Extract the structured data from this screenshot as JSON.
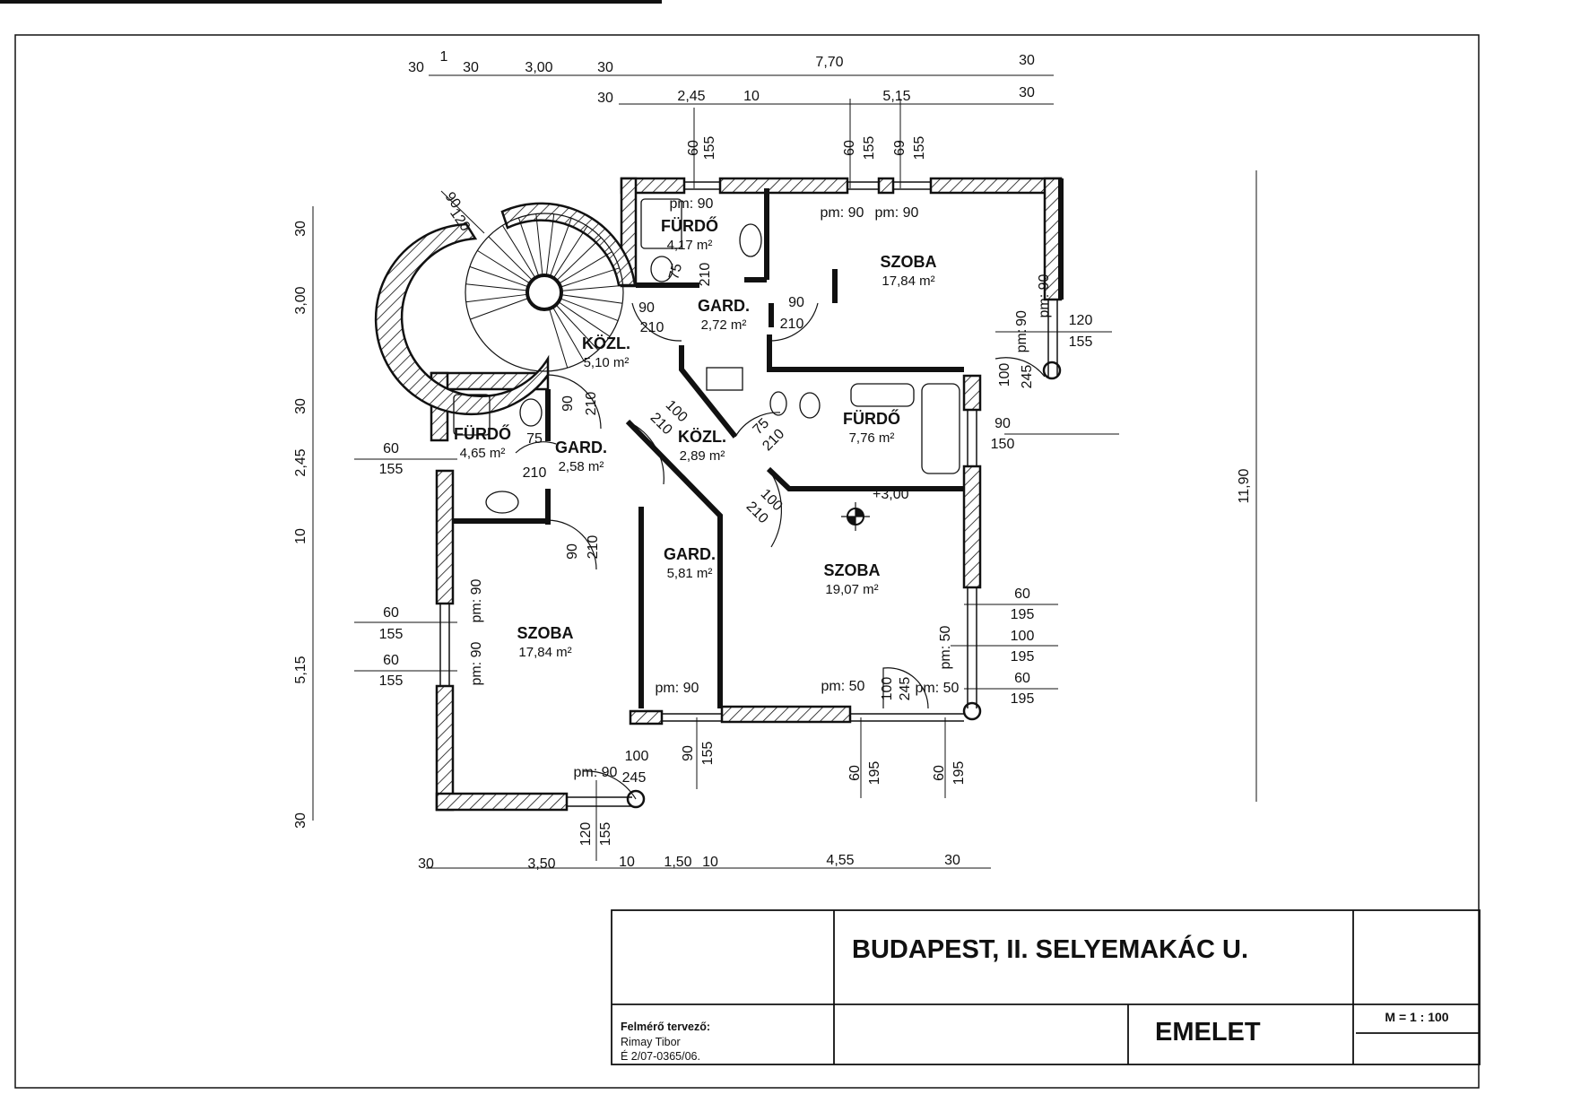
{
  "title_block": {
    "project": "BUDAPEST, II. SELYEMAKÁC U.",
    "floor": "EMELET",
    "scale": "M = 1 : 100",
    "designer_label": "Felmérő tervező:",
    "designer_name": "Rimay Tibor",
    "designer_id": "É 2/07-0365/06."
  },
  "rooms": [
    {
      "name": "FÜRDŐ",
      "area": "4,17 m²"
    },
    {
      "name": "GARD.",
      "area": "2,72 m²"
    },
    {
      "name": "KÖZL.",
      "area": "5,10 m²"
    },
    {
      "name": "SZOBA",
      "area": "17,84 m²"
    },
    {
      "name": "FÜRDŐ",
      "area": "7,76 m²"
    },
    {
      "name": "KÖZL.",
      "area": "2,89 m²"
    },
    {
      "name": "FÜRDŐ",
      "area": "4,65 m²"
    },
    {
      "name": "GARD.",
      "area": "2,58 m²"
    },
    {
      "name": "GARD.",
      "area": "5,81 m²"
    },
    {
      "name": "SZOBA",
      "area": "19,07 m²"
    },
    {
      "name": "SZOBA",
      "area": "17,84 m²"
    }
  ],
  "level_mark": "+3,00",
  "dimensions": {
    "top_row1": [
      "30",
      "1",
      "30",
      "3,00",
      "30",
      "7,70",
      "30"
    ],
    "top_row2": [
      "30",
      "2,45",
      "10",
      "5,15",
      "30"
    ],
    "top_windows": [
      "60",
      "155",
      "60",
      "155",
      "69",
      "155"
    ],
    "left_column": [
      "30",
      "3,00",
      "30",
      "2,45",
      "10",
      "5,15",
      "30"
    ],
    "right_total": "11,90",
    "bottom_row": [
      "30",
      "3,50",
      "10",
      "1,50",
      "10",
      "4,55",
      "30"
    ],
    "left_windows": [
      "60",
      "155",
      "60",
      "155",
      "60",
      "155"
    ],
    "right_windows": [
      "120",
      "155",
      "90",
      "150",
      "60",
      "195",
      "100",
      "195",
      "60",
      "195"
    ],
    "bottom_windows": [
      "120",
      "155",
      "90",
      "155",
      "60",
      "195",
      "60",
      "195"
    ],
    "stair": [
      "90",
      "120"
    ],
    "doors": [
      "90",
      "210",
      "90",
      "210",
      "90",
      "210",
      "100",
      "210",
      "75",
      "210",
      "100",
      "210",
      "75",
      "210",
      "90",
      "210",
      "75",
      "210",
      "100",
      "245",
      "100",
      "245",
      "90",
      "100",
      "245"
    ],
    "parapets": [
      "pm: 90",
      "pm: 90",
      "pm: 90",
      "pm: 90",
      "pm: 90",
      "pm: 90",
      "pm: 90",
      "pm: 50",
      "pm: 50",
      "pm: 50",
      "pm: 90",
      "pm:"
    ]
  }
}
